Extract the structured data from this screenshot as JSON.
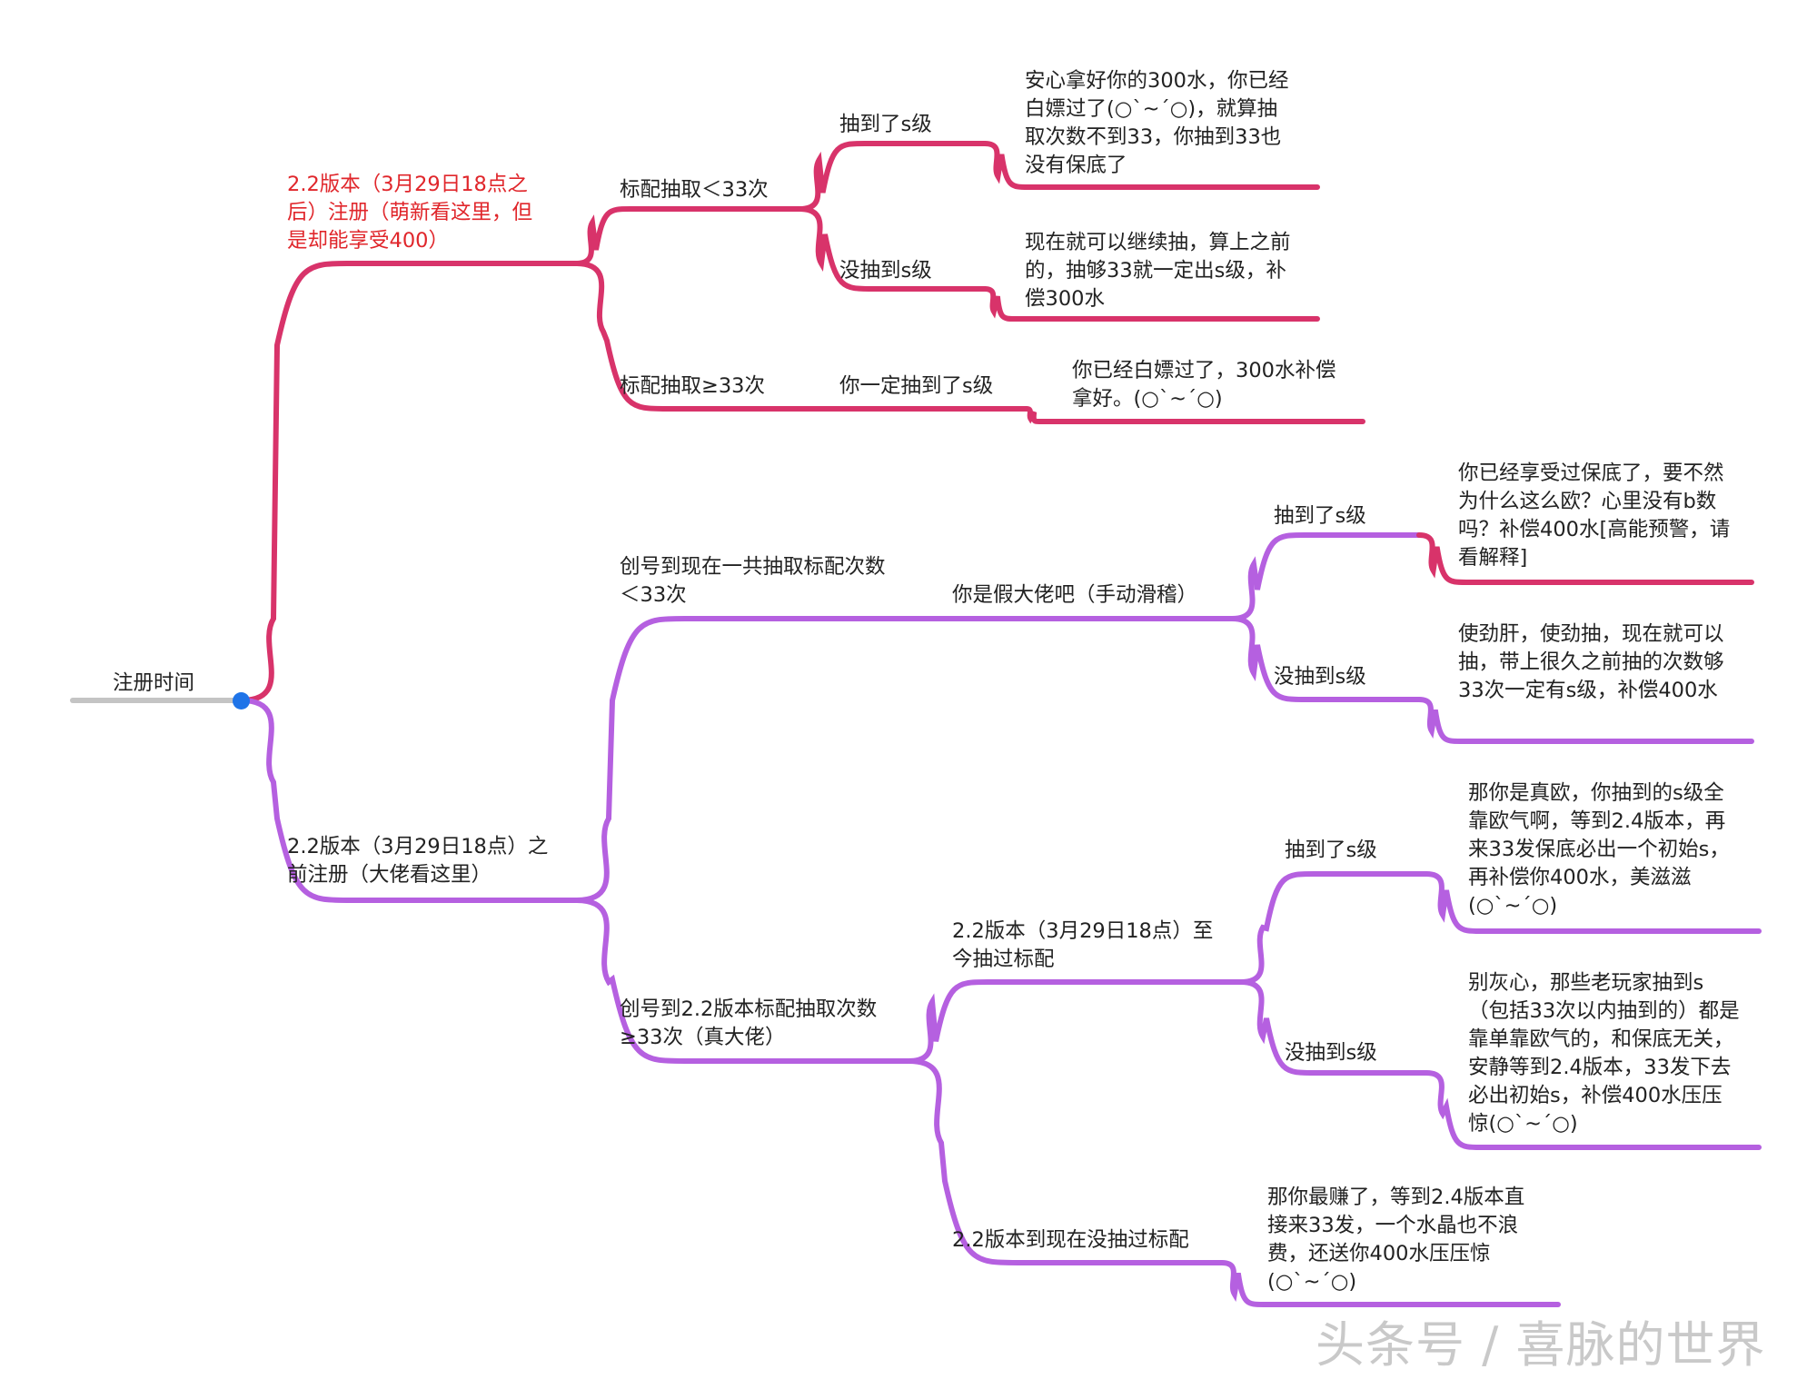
{
  "colors": {
    "root_line": "#c4c4c4",
    "root_dot": "#1f74e8",
    "branch_a": "#d8336a",
    "branch_b": "#b560e0",
    "highlight_text": "#e0262b",
    "watermark": "#c9c9c9"
  },
  "root": {
    "label": "注册时间"
  },
  "branch_after": {
    "label": "2.2版本（3月29日18点之后）注册（萌新看这里，但是却能享受400）",
    "lt33": {
      "label": "标配抽取＜33次",
      "got": {
        "label": "抽到了s级",
        "note": "安心拿好你的300水，你已经白嫖过了(○`~´○)，就算抽取次数不到33，你抽到33也没有保底了"
      },
      "not_got": {
        "label": "没抽到s级",
        "note": "现在就可以继续抽，算上之前的，抽够33就一定出s级，补偿300水"
      }
    },
    "ge33": {
      "label": "标配抽取≥33次",
      "must": {
        "label": "你一定抽到了s级",
        "note": "你已经白嫖过了，300水补偿拿好。(○`~´○)"
      }
    }
  },
  "branch_before": {
    "label": "2.2版本（3月29日18点）之前注册（大佬看这里）",
    "total_lt33": {
      "label": "创号到现在一共抽取标配次数＜33次",
      "fake": {
        "label": "你是假大佬吧（手动滑稽）",
        "got": {
          "label": "抽到了s级",
          "note": "你已经享受过保底了，要不然为什么这么欧？心里没有b数吗？补偿400水[高能预警，请看解释]"
        },
        "not_got": {
          "label": "没抽到s级",
          "note": "使劲肝，使劲抽，现在就可以抽，带上很久之前抽的次数够33次一定有s级，补偿400水"
        }
      }
    },
    "pre22_ge33": {
      "label": "创号到2.2版本标配抽取次数≥33次（真大佬）",
      "since22": {
        "label": "2.2版本（3月29日18点）至今抽过标配",
        "got": {
          "label": "抽到了s级",
          "note": "那你是真欧，你抽到的s级全靠欧气啊，等到2.4版本，再来33发保底必出一个初始s，再补偿你400水，美滋滋(○`~´○)"
        },
        "not_got": {
          "label": "没抽到s级",
          "note": "别灰心，那些老玩家抽到s（包括33次以内抽到的）都是靠单靠欧气的，和保底无关，安静等到2.4版本，33发下去必出初始s，补偿400水压压惊(○`~´○)"
        }
      },
      "none": {
        "label": "2.2版本到现在没抽过标配",
        "note": "那你最赚了，等到2.4版本直接来33发，一个水晶也不浪费，还送你400水压压惊(○`~´○)"
      }
    }
  },
  "watermark": "头条号 / 喜脉的世界"
}
